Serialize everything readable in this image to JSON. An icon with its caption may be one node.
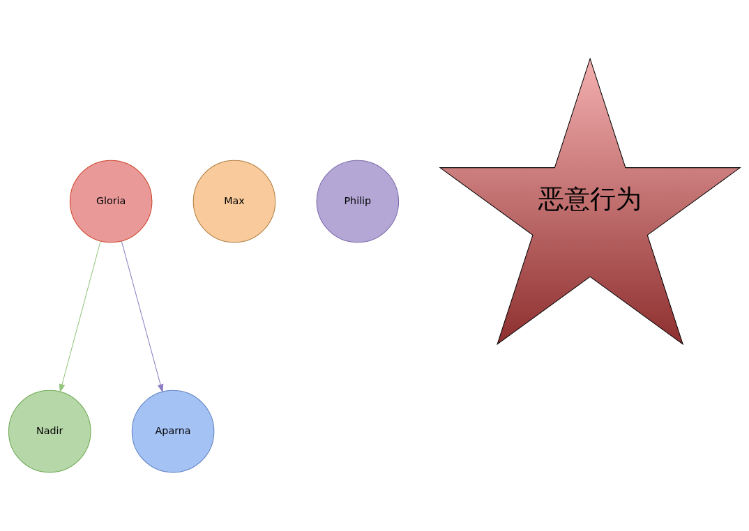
{
  "diagram": {
    "nodes": [
      {
        "text": [
          "Nadir"
        ]
      },
      {
        "text": [
          "Gloria"
        ]
      },
      {
        "text": [
          "Max"
        ]
      },
      {
        "text": [
          "Philip"
        ]
      },
      {
        "text": [
          "Aparna"
        ]
      },
      {
        "text": [
          "恶意行为"
        ]
      }
    ],
    "edges": [
      {
        "from": 1,
        "to": 0,
        "arrow": "to",
        "color": "#93c47d"
      },
      {
        "from": 1,
        "to": 4,
        "arrow": "to",
        "color": "#8e7cc3"
      }
    ]
  }
}
